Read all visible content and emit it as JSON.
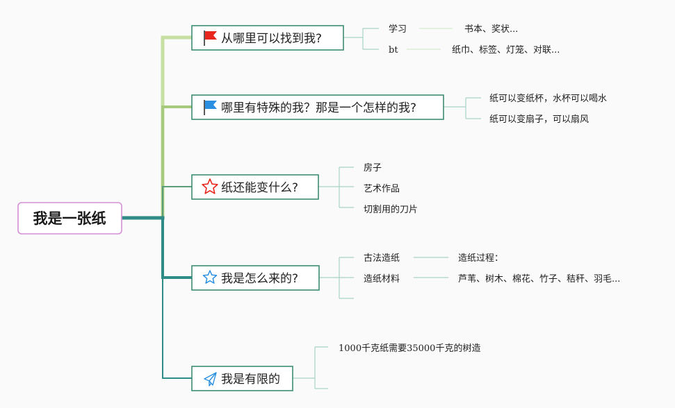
{
  "root": {
    "label": "我是一张纸"
  },
  "branches": [
    {
      "label": "从哪里可以找到我?",
      "icon": "red-flag-icon",
      "leaves": [
        "学习",
        "bt"
      ],
      "details": [
        "书本、奖状...",
        "纸巾、标签、灯笼、对联..."
      ]
    },
    {
      "label": "哪里有特殊的我？那是一个怎样的我?",
      "icon": "blue-flag-icon",
      "leaves": [
        "纸可以变纸杯，水杯可以喝水",
        "纸可以变扇子，可以扇风"
      ]
    },
    {
      "label": "纸还能变什么?",
      "icon": "red-star-icon",
      "leaves": [
        "房子",
        "艺术作品",
        "切割用的刀片"
      ]
    },
    {
      "label": "我是怎么来的?",
      "icon": "blue-star-icon",
      "leaves": [
        "古法造纸",
        "造纸材料",
        ""
      ],
      "details": [
        "造纸过程：",
        "芦苇、树木、棉花、竹子、秸秆、羽毛..."
      ]
    },
    {
      "label": "我是有限的",
      "icon": "paper-plane-icon",
      "leaves": [
        "1000千克纸需要35000千克的树造",
        ""
      ]
    }
  ],
  "colors": {
    "trunk_light": "#c6e0a4",
    "trunk_mid": "#a7c97d",
    "trunk_dark": "#2e8b86",
    "node_border": "#3d8c73",
    "root_border": "#d58fd5",
    "leaf_line": "#a8d2c8",
    "flag_red": "#e8261e",
    "flag_blue": "#2a8fe0"
  }
}
